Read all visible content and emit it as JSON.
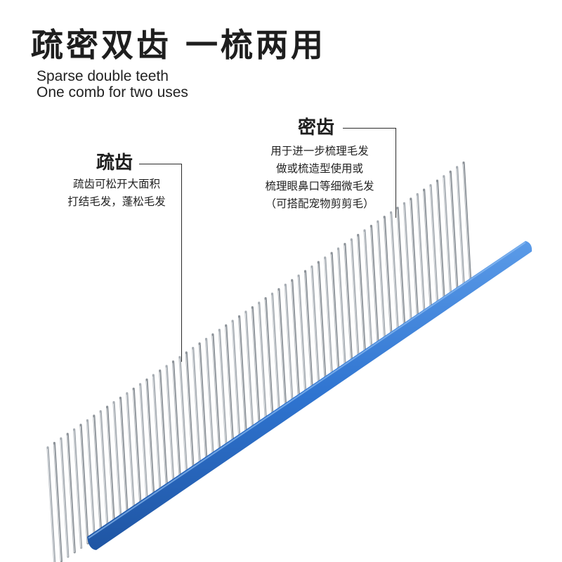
{
  "headline": "疏密双齿 一梳两用",
  "subtitle": {
    "line1": "Sparse double teeth",
    "line2": "One comb for two uses"
  },
  "sparse": {
    "title": "疏齿",
    "desc": [
      "疏齿可松开大面积",
      "打结毛发，蓬松毛发"
    ]
  },
  "dense": {
    "title": "密齿",
    "desc": [
      "用于进一步梳理毛发",
      "做或梳造型使用或",
      "梳理眼鼻口等细微毛发",
      "（可搭配宠物剪剪毛）"
    ]
  },
  "colors": {
    "comb_spine": "#2f74d0",
    "teeth": "#9aa0a6"
  }
}
